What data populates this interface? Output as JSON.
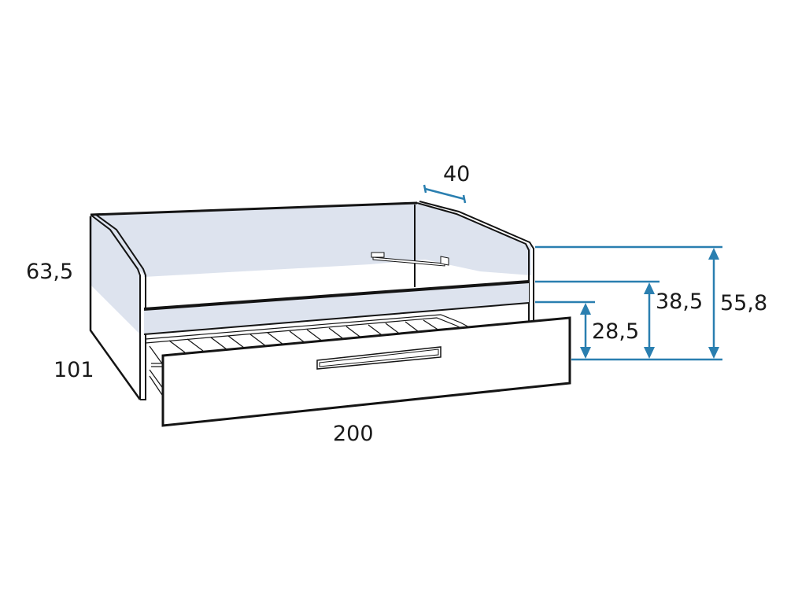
{
  "diagram": {
    "subject": "daybed with trundle drawer",
    "colors": {
      "outline": "#141414",
      "panel_fill": "#dde3ee",
      "white": "#ffffff",
      "dimension_line": "#2a7fb0",
      "label_text": "#1a1a1a"
    },
    "dimensions": {
      "depth_top": "40",
      "total_height_left": "63,5",
      "depth_left": "101",
      "length": "200",
      "height_drawer_top": "28,5",
      "height_mattress": "38,5",
      "height_side_panel": "55,8"
    }
  }
}
